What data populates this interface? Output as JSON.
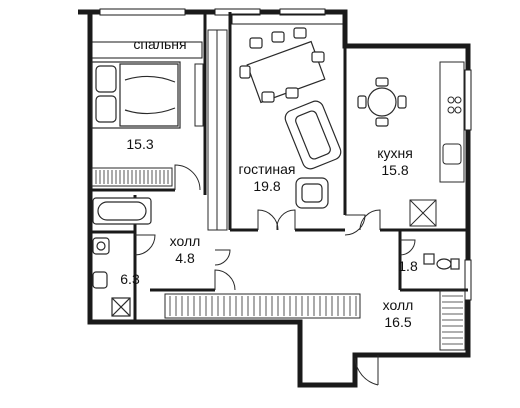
{
  "rooms": [
    {
      "id": "bedroom",
      "name": "спальня",
      "area": "15.3"
    },
    {
      "id": "living",
      "name": "гостиная",
      "area": "19.8"
    },
    {
      "id": "kitchen",
      "name": "кухня",
      "area": "15.8"
    },
    {
      "id": "hall-small",
      "name": "холл",
      "area": "4.8"
    },
    {
      "id": "bathroom",
      "name": "",
      "area": "6.3"
    },
    {
      "id": "wc",
      "name": "",
      "area": "1.8"
    },
    {
      "id": "hall-large",
      "name": "холл",
      "area": "16.5"
    }
  ],
  "colors": {
    "wall": "#1a1a1a",
    "line": "#2a2a2a",
    "background": "#ffffff"
  }
}
